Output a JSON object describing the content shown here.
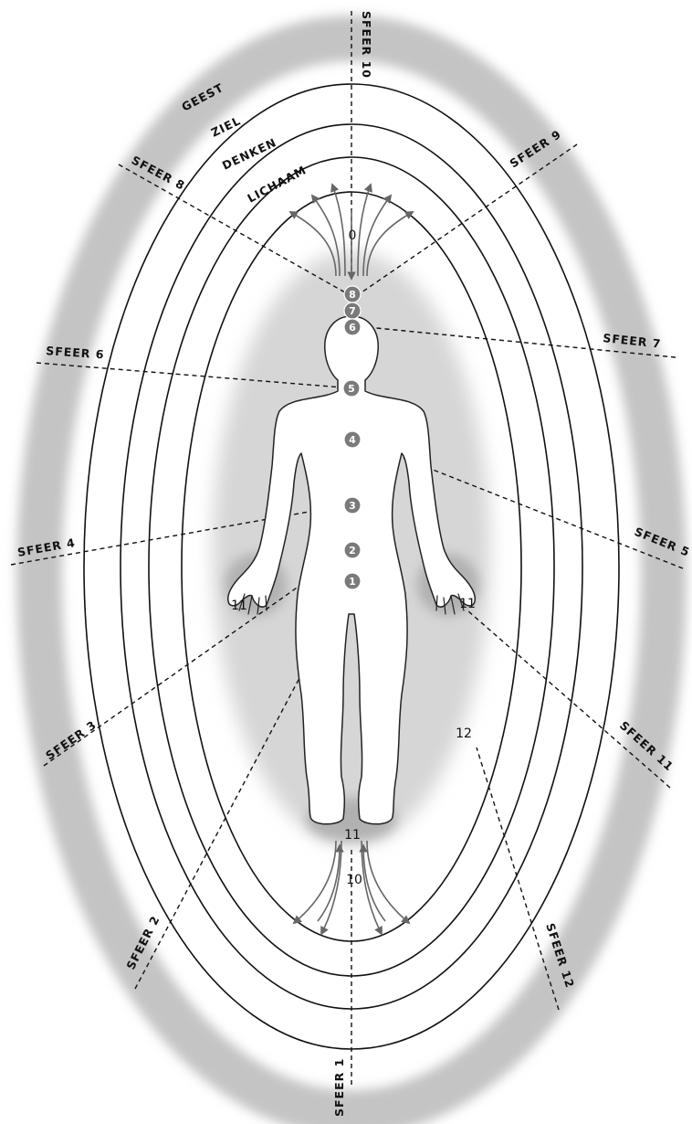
{
  "layers": {
    "geest": "GEEST",
    "ziel": "ZIEL",
    "denken": "DENKEN",
    "lichaam": "LICHAAM"
  },
  "spheres": {
    "s1": "SFEER 1",
    "s2": "SFEER 2",
    "s3": "SFEER 3",
    "s4": "SFEER 4",
    "s5": "SFEER 5",
    "s6": "SFEER 6",
    "s7": "SFEER 7",
    "s8": "SFEER 8",
    "s9": "SFEER 9",
    "s10": "SFEER 10",
    "s11": "SFEER 11",
    "s12": "SFEER 12"
  },
  "chakras": [
    "1",
    "2",
    "3",
    "4",
    "5",
    "6",
    "7",
    "8"
  ],
  "markers": {
    "top": "0",
    "bottom": "10",
    "hand_left": "11",
    "hand_right": "11",
    "feet": "11",
    "outside": "12"
  },
  "colors": {
    "aura_halo": "#c4c4c4",
    "inner_glow": "#d6d6d6",
    "chakra": "#7a7a7a",
    "hand_glow": "#a9a9a9"
  }
}
